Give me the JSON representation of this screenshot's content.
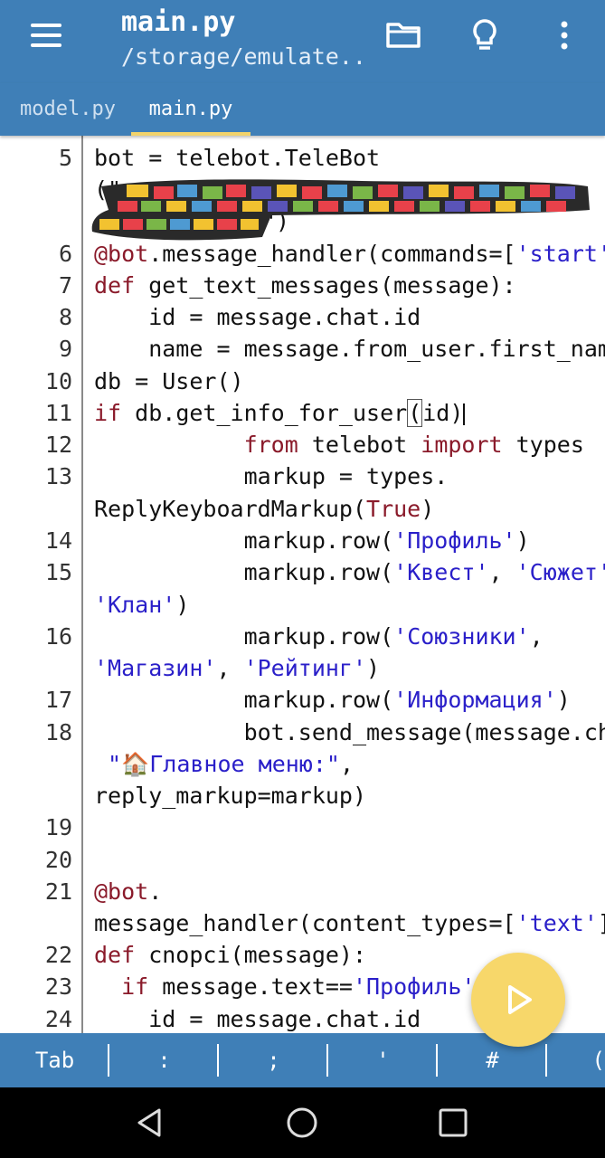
{
  "appbar": {
    "title": "main.py",
    "subtitle": "/storage/emulate...",
    "icons": [
      "menu-icon",
      "folder-icon",
      "lightbulb-icon",
      "more-vert-icon"
    ]
  },
  "tabs": [
    {
      "label": "model.py",
      "active": false
    },
    {
      "label": "main.py",
      "active": true
    }
  ],
  "editor": {
    "line_numbers": [
      "5",
      "6",
      "7",
      "8",
      "9",
      "10",
      "11",
      "12",
      "13",
      "14",
      "15",
      "16",
      "17",
      "18",
      "19",
      "20",
      "21",
      "22",
      "23",
      "24"
    ],
    "lines": [
      {
        "ln_row": 0,
        "text": "bot = telebot.TeleBot"
      },
      {
        "open": "(\"",
        "close": "\")"
      },
      {
        "kw": "@bot",
        "text": ".message_handler(commands=[",
        "str": "'start'",
        "tail": "])"
      },
      {
        "kw": "def",
        "text": " get_text_messages(message):"
      },
      {
        "text": "    id = message.chat.id"
      },
      {
        "text": "    name = message.from_user.first_name"
      },
      {
        "text": "db = User()"
      },
      {
        "kw": "if",
        "text": " db.get_info_for_user",
        "box": "(",
        "tail": "id)"
      },
      {
        "indent": "           ",
        "kw": "from",
        "text": " telebot ",
        "kw2": "import",
        "tail": " types"
      },
      {
        "text": "           markup = types."
      },
      {
        "text": "ReplyKeyboardMarkup(",
        "kw": "True",
        "tail": ")"
      },
      {
        "text": "           markup.row(",
        "str": "'Профиль'",
        "tail": ")"
      },
      {
        "text": "           markup.row(",
        "str": "'Квест'",
        "mid": ", ",
        "str2": "'Сюжет'",
        "tail": ","
      },
      {
        "str": "'Клан'",
        "tail": ")"
      },
      {
        "text": "           markup.row(",
        "str": "'Союзники'",
        "tail": ","
      },
      {
        "str": "'Магазин'",
        "mid": ", ",
        "str2": "'Рейтинг'",
        "tail": ")"
      },
      {
        "text": "           markup.row(",
        "str": "'Информация'",
        "tail": ")"
      },
      {
        "text": "           bot.send_message(message.chat.id,"
      },
      {
        "str": " \"🏠Главное меню:\"",
        "tail": ","
      },
      {
        "text": "reply_markup=markup)"
      },
      {
        "kw": "@bot",
        "text": "."
      },
      {
        "text": "message_handler(content_types=[",
        "str": "'text'",
        "tail": "])"
      },
      {
        "kw": "def",
        "text": " cnopci(message):"
      },
      {
        "text": "  ",
        "kw": "if",
        "tail": " message.text==",
        "str": "'Профиль'",
        "end": ":"
      },
      {
        "text": "    id = message.chat.id"
      }
    ]
  },
  "symbar": [
    "Tab",
    ":",
    ";",
    "'",
    "#",
    "("
  ],
  "nav": [
    "back-icon",
    "home-icon",
    "recents-icon"
  ],
  "colors": {
    "primary": "#3f7fb7",
    "accent": "#f7d76a",
    "keyword": "#8a1a2a",
    "string": "#2a1fc9"
  }
}
